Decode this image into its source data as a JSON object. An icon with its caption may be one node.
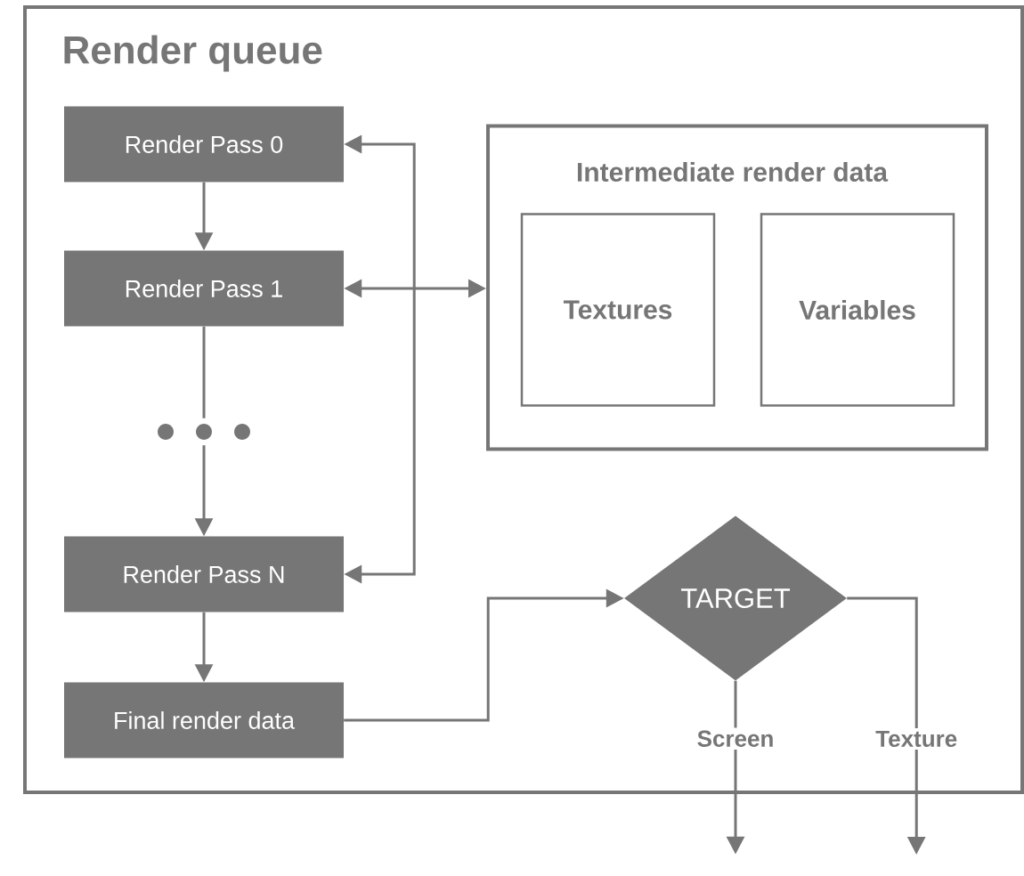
{
  "diagram": {
    "nodes": [
      {
        "text": [
          "Render queue"
        ]
      },
      {
        "text": [
          "Render Pass 0"
        ],
        "in": 0
      },
      {
        "text": [
          "Render Pass 1"
        ],
        "in": 0
      },
      {
        "text": [],
        "shape": "dots",
        "in": 0
      },
      {
        "text": [
          "Render Pass N"
        ],
        "in": 0
      },
      {
        "text": [
          "Final render data"
        ],
        "in": 0
      },
      {
        "text": [
          "Intermediate render data"
        ],
        "in": 0
      },
      {
        "text": [
          "Textures"
        ],
        "in": 6
      },
      {
        "text": [
          "Variables"
        ],
        "in": 6
      },
      {
        "text": [
          "TARGET"
        ],
        "in": 0
      }
    ],
    "edges": [
      {
        "from": 1,
        "to": 2,
        "arrow": "to"
      },
      {
        "from": 2,
        "to": 3,
        "arrow": "none"
      },
      {
        "from": 3,
        "to": 4,
        "arrow": "to"
      },
      {
        "from": 4,
        "to": 5,
        "arrow": "to"
      },
      {
        "from": 2,
        "to": 6,
        "arrow": "both"
      },
      {
        "from": 1,
        "to": 4,
        "arrow": "both"
      },
      {
        "from": 5,
        "to": 9,
        "arrow": "to"
      },
      {
        "from": 9,
        "to": null,
        "arrow": "to",
        "label": "Screen"
      },
      {
        "from": 9,
        "to": null,
        "arrow": "to",
        "label": "Texture"
      }
    ]
  }
}
